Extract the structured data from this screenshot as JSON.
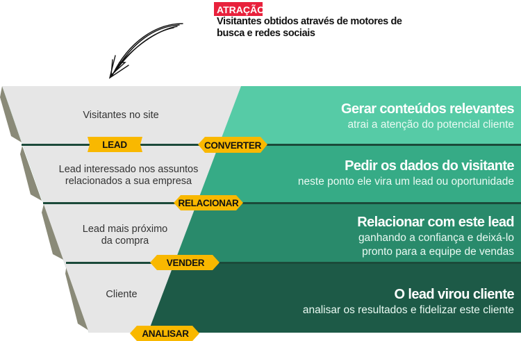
{
  "header": {
    "badge": "ATRAÇÃO",
    "note_lines": [
      "Visitantes obtidos através de motores de",
      "busca e redes sociais"
    ]
  },
  "funnel": {
    "stages": [
      {
        "lines": [
          "Visitantes no site"
        ],
        "title": "Gerar conteúdos relevantes",
        "sub": [
          "atrai a atenção do potencial cliente"
        ]
      },
      {
        "lines": [
          "Lead interessado nos assuntos",
          "relacionados a sua empresa"
        ],
        "title": "Pedir os dados do visitante",
        "sub": [
          "neste ponto ele vira um lead ou oportunidade"
        ]
      },
      {
        "lines": [
          "Lead mais próximo",
          "da compra"
        ],
        "title": "Relacionar com este lead",
        "sub": [
          "ganhando a confiança e deixá-lo",
          "pronto para a equipe de vendas"
        ]
      },
      {
        "lines": [
          "Cliente"
        ],
        "title": "O lead virou cliente",
        "sub": [
          "analisar os resultados e fidelizar este cliente"
        ]
      }
    ],
    "tags": {
      "lead": "LEAD",
      "converter": "CONVERTER",
      "relacionar": "RELACIONAR",
      "vender": "VENDER",
      "analisar": "ANALISAR"
    }
  },
  "colors": {
    "badge": "#e8213c",
    "band1": "#56cba6",
    "band2": "#36ab86",
    "band3": "#298a6b",
    "band4": "#1d5a47",
    "funnel": "#e6e6e6",
    "tag": "#f9b800",
    "divider": "#1b4a3a"
  }
}
